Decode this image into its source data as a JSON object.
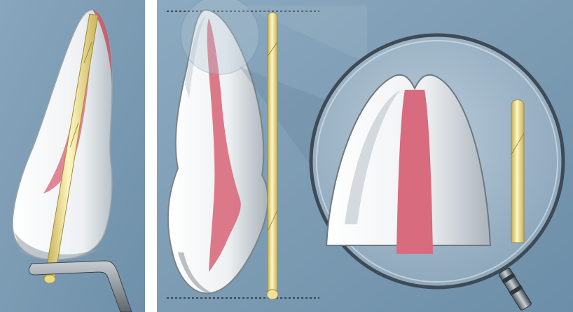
{
  "figure": {
    "background_color": "#7f9fb8",
    "tooth_enamel_color": "#f4f6f7",
    "tooth_shadow_color": "#5a5f66",
    "pulp_color": "#d9707f",
    "gold_post_color": "#e8d98a",
    "magnifier_rim_color": "#3e4b57",
    "reference_line_color": "#1f2a33",
    "instrument_color": "#8f989e"
  },
  "panels": [
    {
      "id": "left",
      "elements": [
        "tooth-crown",
        "root-canal-pulp",
        "gold-endodontic-post",
        "measuring-instrument"
      ]
    },
    {
      "id": "right",
      "elements": [
        "tooth-profile",
        "root-canal-pulp",
        "gold-post-standalone",
        "top-reference-line",
        "bottom-reference-line",
        "magnifying-glass",
        "magnified-apex",
        "magnified-post-tip"
      ]
    }
  ]
}
